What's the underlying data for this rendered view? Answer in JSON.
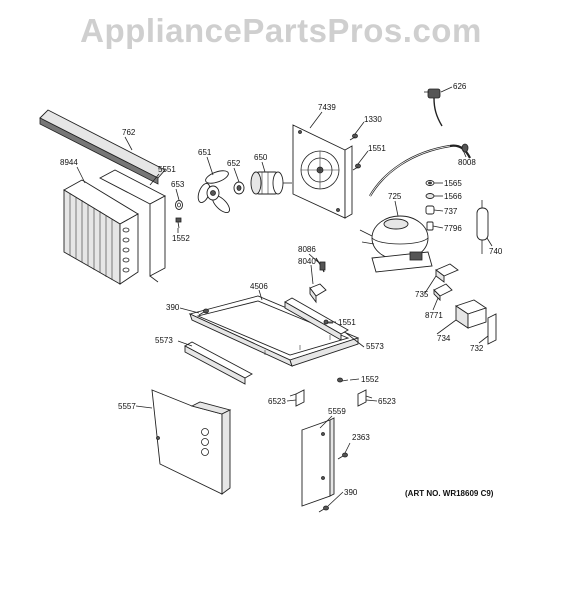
{
  "watermark": "AppliancePartsPros.com",
  "art_number": "(ART NO. WR18609 C9)",
  "part_labels": {
    "p762": "762",
    "p8944": "8944",
    "p5551": "5551",
    "p653": "653",
    "p1552a": "1552",
    "p651": "651",
    "p652": "652",
    "p650": "650",
    "p7439": "7439",
    "p1330": "1330",
    "p1551a": "1551",
    "p626": "626",
    "p8008": "8008",
    "p1565": "1565",
    "p1566": "1566",
    "p725": "725",
    "p737": "737",
    "p7796": "7796",
    "p740": "740",
    "p8086": "8086",
    "p8040": "8040",
    "p4506": "4506",
    "p390a": "390",
    "p1551b": "1551",
    "p5573a": "5573",
    "p5573b": "5573",
    "p735": "735",
    "p8771": "8771",
    "p734": "734",
    "p732": "732",
    "p1552b": "1552",
    "p6523a": "6523",
    "p6523b": "6523",
    "p5557": "5557",
    "p5559": "5559",
    "p2363": "2363",
    "p390b": "390"
  }
}
